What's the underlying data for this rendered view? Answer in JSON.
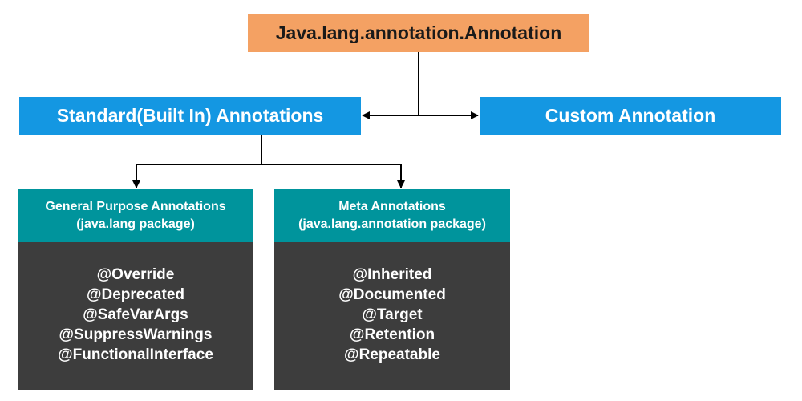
{
  "root": {
    "label": "Java.lang.annotation.Annotation"
  },
  "standard": {
    "label": "Standard(Built In) Annotations"
  },
  "custom": {
    "label": "Custom Annotation"
  },
  "general": {
    "title_line1": "General Purpose Annotations",
    "title_line2": "(java.lang package)",
    "items": [
      "@Override",
      "@Deprecated",
      "@SafeVarArgs",
      "@SuppressWarnings",
      "@FunctionalInterface"
    ]
  },
  "meta": {
    "title_line1": "Meta Annotations",
    "title_line2": "(java.lang.annotation package)",
    "items": [
      "@Inherited",
      "@Documented",
      "@Target",
      "@Retention",
      "@Repeatable"
    ]
  },
  "colors": {
    "root_fill": "#f4a163",
    "category_fill": "#1497e2",
    "panel_header_fill": "#00949c",
    "panel_body_fill": "#3d3d3d",
    "connector": "#000000"
  }
}
